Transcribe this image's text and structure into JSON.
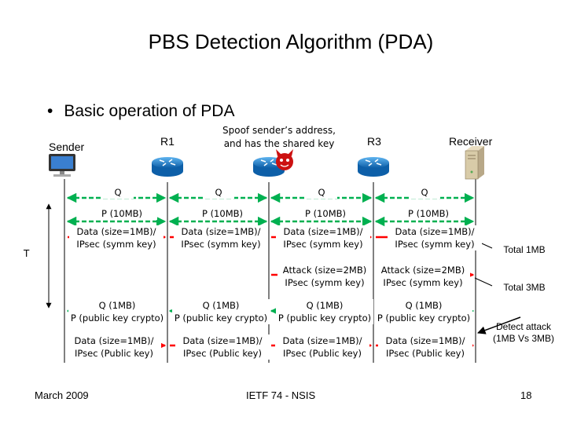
{
  "title": "PBS Detection Algorithm (PDA)",
  "bullet": "Basic operation of PDA",
  "nodes": {
    "sender": "Sender",
    "r1": "R1",
    "spoof": "Spoof sender’s address, and has the shared key",
    "r3": "R3",
    "receiver": "Receiver"
  },
  "t_label": "T",
  "messages": {
    "q": [
      "Q",
      "Q",
      "Q",
      "Q"
    ],
    "p10": [
      "P (10MB)",
      "P (10MB)",
      "P (10MB)",
      "P (10MB)"
    ],
    "data_symm": [
      [
        "Data (size=1MB)/",
        "IPsec (symm key)"
      ],
      [
        "Data (size=1MB)/",
        "IPsec (symm key)"
      ],
      [
        "Data (size=1MB)/",
        "IPsec (symm key)"
      ],
      [
        "Data (size=1MB)/",
        "IPsec (symm key)"
      ]
    ],
    "attack": [
      [
        "Attack (size=2MB)",
        "IPsec (symm key)"
      ],
      [
        "Attack (size=2MB)",
        "IPsec (symm key)"
      ]
    ],
    "q1": [
      [
        "Q (1MB)",
        "P (public key crypto)"
      ],
      [
        "Q (1MB)",
        "P (public key crypto)"
      ],
      [
        "Q (1MB)",
        "P (public key crypto)"
      ],
      [
        "Q (1MB)",
        "P (public key crypto)"
      ]
    ],
    "data_public": [
      [
        "Data (size=1MB)/",
        "IPsec (Public key)"
      ],
      [
        "Data (size=1MB)/",
        "IPsec (Public key)"
      ],
      [
        "Data (size=1MB)/",
        "IPsec (Public key)"
      ],
      [
        "Data (size=1MB)/",
        "IPsec (Public key)"
      ]
    ]
  },
  "notes": {
    "total1": "Total 1MB",
    "total3": "Total 3MB",
    "detect1": "Detect attack",
    "detect2": "(1MB Vs 3MB)"
  },
  "footer": {
    "date": "March 2009",
    "center": "IETF 74 - NSIS",
    "page": "18"
  },
  "colors": {
    "green": "#00b050",
    "red": "#ff0000",
    "router": "#1f7fd1",
    "attacker": "#cc1111"
  }
}
